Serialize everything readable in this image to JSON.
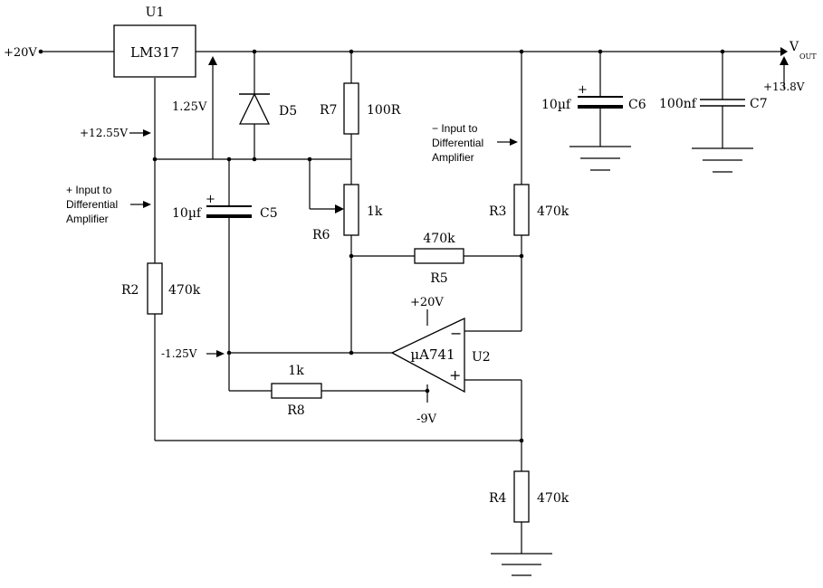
{
  "regulator": {
    "ref": "U1",
    "part": "LM317"
  },
  "opamp": {
    "ref": "U2",
    "part": "µA741",
    "pos_supply": "+20V",
    "neg_supply": "-9V",
    "inv_sign": "−",
    "noninv_sign": "+"
  },
  "supply": {
    "input": "+20V",
    "output_label": "V",
    "output_sub": "OUT",
    "output_voltage": "+13.8V"
  },
  "nodes": {
    "adj": "+12.55V",
    "ref_drop": "1.25V",
    "neg_ref": "-1.25V"
  },
  "components": {
    "D5": {
      "ref": "D5"
    },
    "R7": {
      "ref": "R7",
      "value": "100R"
    },
    "R6": {
      "ref": "R6",
      "value": "1k"
    },
    "R5": {
      "ref": "R5",
      "value": "470k"
    },
    "R3": {
      "ref": "R3",
      "value": "470k"
    },
    "R2": {
      "ref": "R2",
      "value": "470k"
    },
    "R4": {
      "ref": "R4",
      "value": "470k"
    },
    "R8": {
      "ref": "R8",
      "value": "1k"
    },
    "C5": {
      "ref": "C5",
      "value": "10µf",
      "pol": "+"
    },
    "C6": {
      "ref": "C6",
      "value": "10µf",
      "pol": "+"
    },
    "C7": {
      "ref": "C7",
      "value": "100nf"
    }
  },
  "annotations": {
    "plus_input": [
      "+ Input to",
      "Differential",
      "Amplifier"
    ],
    "minus_input": [
      "− Input to",
      "Differential",
      "Amplifier"
    ]
  }
}
